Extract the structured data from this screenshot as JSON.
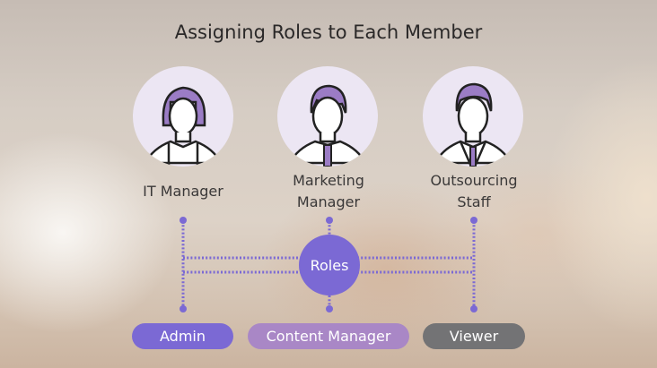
{
  "title": "Assigning Roles to Each Member",
  "members": [
    {
      "label_lines": [
        "IT Manager"
      ],
      "icon": "female-user-icon"
    },
    {
      "label_lines": [
        "Marketing",
        "Manager"
      ],
      "icon": "male-user-with-tie-icon"
    },
    {
      "label_lines": [
        "Outsourcing",
        "Staff"
      ],
      "icon": "male-user-with-suit-icon"
    }
  ],
  "center": {
    "label": "Roles"
  },
  "roles": [
    {
      "label": "Admin",
      "color": "#7b69d4"
    },
    {
      "label": "Content Manager",
      "color": "#a987c6"
    },
    {
      "label": "Viewer",
      "color": "#737375"
    }
  ],
  "colors": {
    "accent": "#7b69d4",
    "hair": "#9b7cc5",
    "avatar_bg": "#ece6f3",
    "title_text": "#2a2828"
  }
}
